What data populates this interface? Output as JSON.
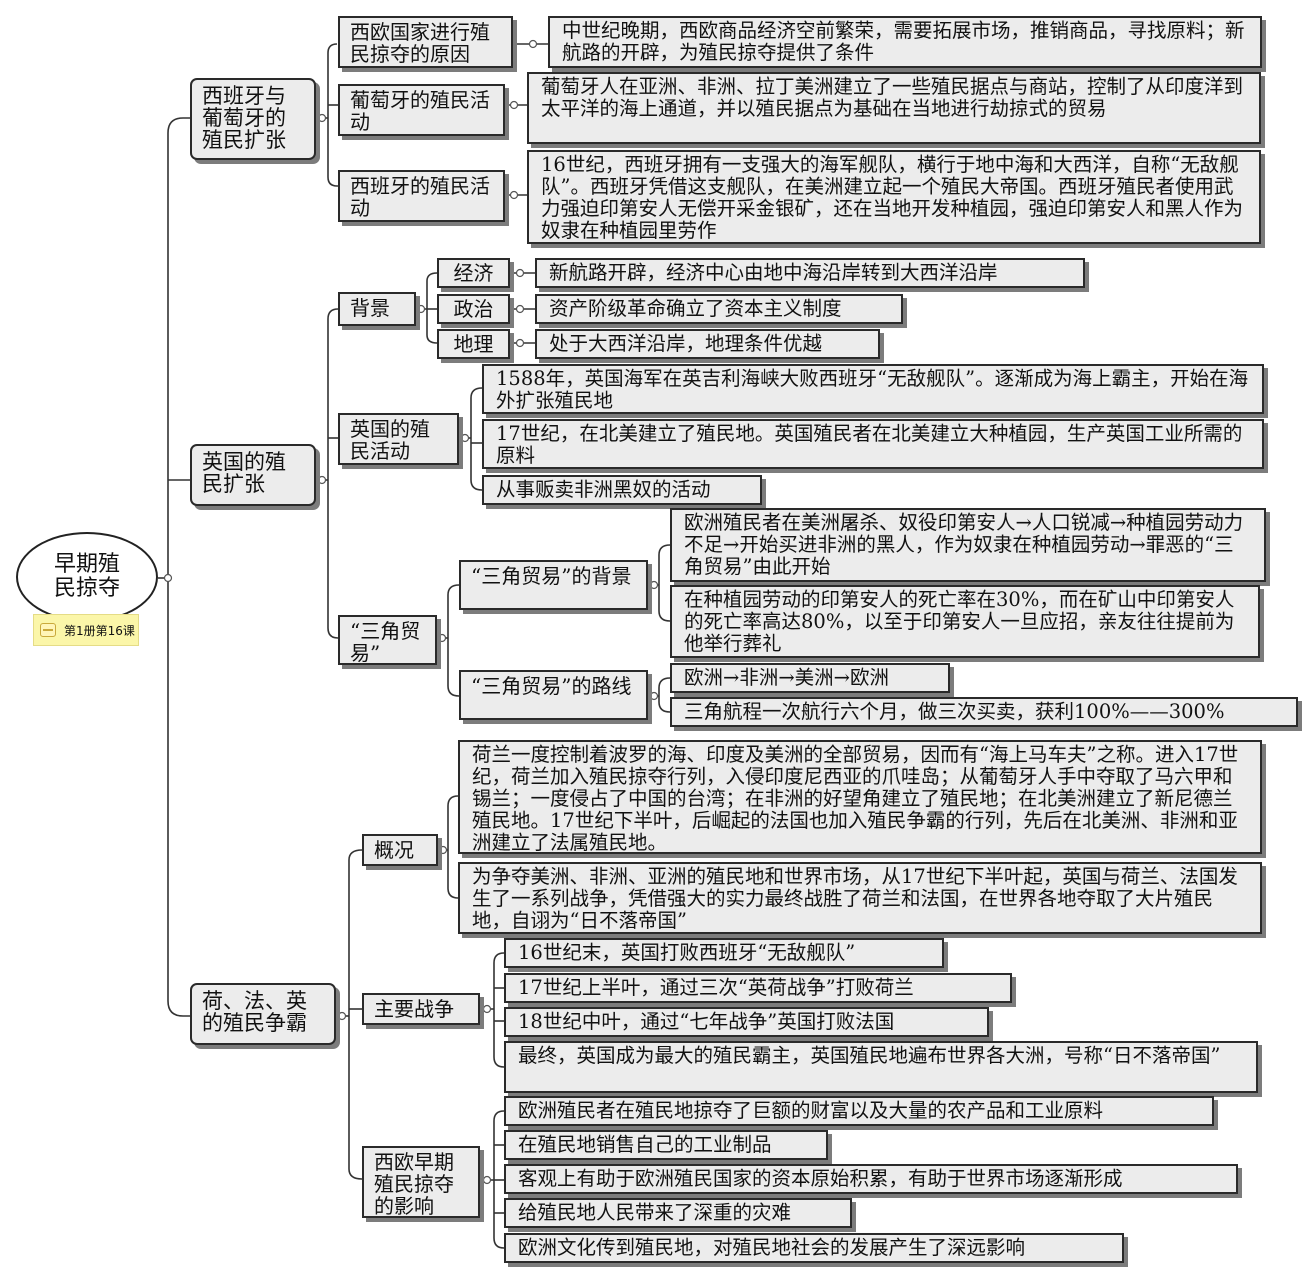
{
  "root": {
    "label": "早期殖民掠夺",
    "tag": "第1册第16课"
  },
  "b1": {
    "label": "西班牙与葡萄牙的殖民扩张",
    "c1": {
      "label": "西欧国家进行殖民掠夺的原因",
      "t1": "中世纪晚期，西欧商品经济空前繁荣，需要拓展市场，推销商品，寻找原料；新航路的开辟，为殖民掠夺提供了条件"
    },
    "c2": {
      "label": "葡萄牙的殖民活动",
      "t1": "葡萄牙人在亚洲、非洲、拉丁美洲建立了一些殖民据点与商站，控制了从印度洋到太平洋的海上通道，并以殖民据点为基础在当地进行劫掠式的贸易"
    },
    "c3": {
      "label": "西班牙的殖民活动",
      "t1": "16世纪，西班牙拥有一支强大的海军舰队，横行于地中海和大西洋，自称“无敌舰队”。西班牙凭借这支舰队，在美洲建立起一个殖民大帝国。西班牙殖民者使用武力强迫印第安人无偿开采金银矿，还在当地开发种植园，强迫印第安人和黑人作为奴隶在种植园里劳作"
    }
  },
  "b2": {
    "label": "英国的殖民扩张",
    "c1": {
      "label": "背景",
      "s1": {
        "label": "经济",
        "t1": "新航路开辟，经济中心由地中海沿岸转到大西洋沿岸"
      },
      "s2": {
        "label": "政治",
        "t1": "资产阶级革命确立了资本主义制度"
      },
      "s3": {
        "label": "地理",
        "t1": "处于大西洋沿岸，地理条件优越"
      }
    },
    "c2": {
      "label": "英国的殖民活动",
      "t1": "1588年，英国海军在英吉利海峡大败西班牙“无敌舰队”。逐渐成为海上霸主，开始在海外扩张殖民地",
      "t2": "17世纪，在北美建立了殖民地。英国殖民者在北美建立大种植园，生产英国工业所需的原料",
      "t3": "从事贩卖非洲黑奴的活动"
    },
    "c3": {
      "label": "“三角贸易”",
      "s1": {
        "label": "“三角贸易”的背景",
        "t1": "欧洲殖民者在美洲屠杀、奴役印第安人→人口锐减→种植园劳动力不足→开始买进非洲的黑人，作为奴隶在种植园劳动→罪恶的“三角贸易”由此开始",
        "t2": "在种植园劳动的印第安人的死亡率在30%，而在矿山中印第安人的死亡率高达80%，以至于印第安人一旦应招，亲友往往提前为他举行葬礼"
      },
      "s2": {
        "label": "“三角贸易”的路线",
        "t1": "欧洲→非洲→美洲→欧洲",
        "t2": "三角航程一次航行六个月，做三次买卖，获利100%——300%"
      }
    }
  },
  "b3": {
    "label": "荷、法、英的殖民争霸",
    "c1": {
      "label": "概况",
      "t1": "荷兰一度控制着波罗的海、印度及美洲的全部贸易，因而有“海上马车夫”之称。进入17世纪，荷兰加入殖民掠夺行列，入侵印度尼西亚的爪哇岛；从葡萄牙人手中夺取了马六甲和锡兰；一度侵占了中国的台湾；在非洲的好望角建立了殖民地；在北美洲建立了新尼德兰殖民地。17世纪下半叶，后崛起的法国也加入殖民争霸的行列，先后在北美洲、非洲和亚洲建立了法属殖民地。",
      "t2": "为争夺美洲、非洲、亚洲的殖民地和世界市场，从17世纪下半叶起，英国与荷兰、法国发生了一系列战争，凭借强大的实力最终战胜了荷兰和法国，在世界各地夺取了大片殖民地，自诩为“日不落帝国”"
    },
    "c2": {
      "label": "主要战争",
      "t1": "16世纪末，英国打败西班牙“无敌舰队”",
      "t2": "17世纪上半叶，通过三次“英荷战争”打败荷兰",
      "t3": "18世纪中叶，通过“七年战争”英国打败法国",
      "t4": "最终，英国成为最大的殖民霸主，英国殖民地遍布世界各大洲，号称“日不落帝国”"
    },
    "c3": {
      "label": "西欧早期殖民掠夺的影响",
      "t1": "欧洲殖民者在殖民地掠夺了巨额的财富以及大量的农产品和工业原料",
      "t2": "在殖民地销售自己的工业制品",
      "t3": "客观上有助于欧洲殖民国家的资本原始积累，有助于世界市场逐渐形成",
      "t4": "给殖民地人民带来了深重的灾难",
      "t5": "欧洲文化传到殖民地，对殖民地社会的发展产生了深远影响"
    }
  }
}
